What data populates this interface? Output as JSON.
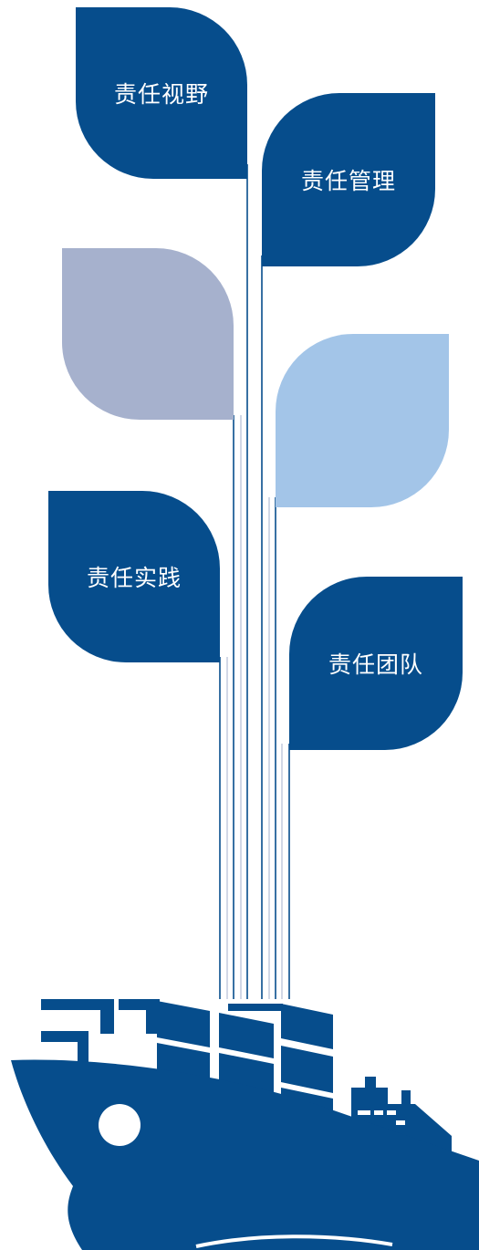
{
  "colors": {
    "dark_blue": "#064d8c",
    "grey_blue": "#a6b1cd",
    "light_blue": "#a3c5e8",
    "white": "#ffffff"
  },
  "leaves": [
    {
      "id": "responsibility-vision",
      "label": "责任视野",
      "color": "#064d8c"
    },
    {
      "id": "responsibility-management",
      "label": "责任管理",
      "color": "#064d8c"
    },
    {
      "id": "decorative-grey",
      "label": "",
      "color": "#a6b1cd"
    },
    {
      "id": "decorative-light",
      "label": "",
      "color": "#a3c5e8"
    },
    {
      "id": "responsibility-practice",
      "label": "责任实践",
      "color": "#064d8c"
    },
    {
      "id": "responsibility-team",
      "label": "责任团队",
      "color": "#064d8c"
    }
  ],
  "illustration": {
    "icon": "container-ship-icon"
  }
}
